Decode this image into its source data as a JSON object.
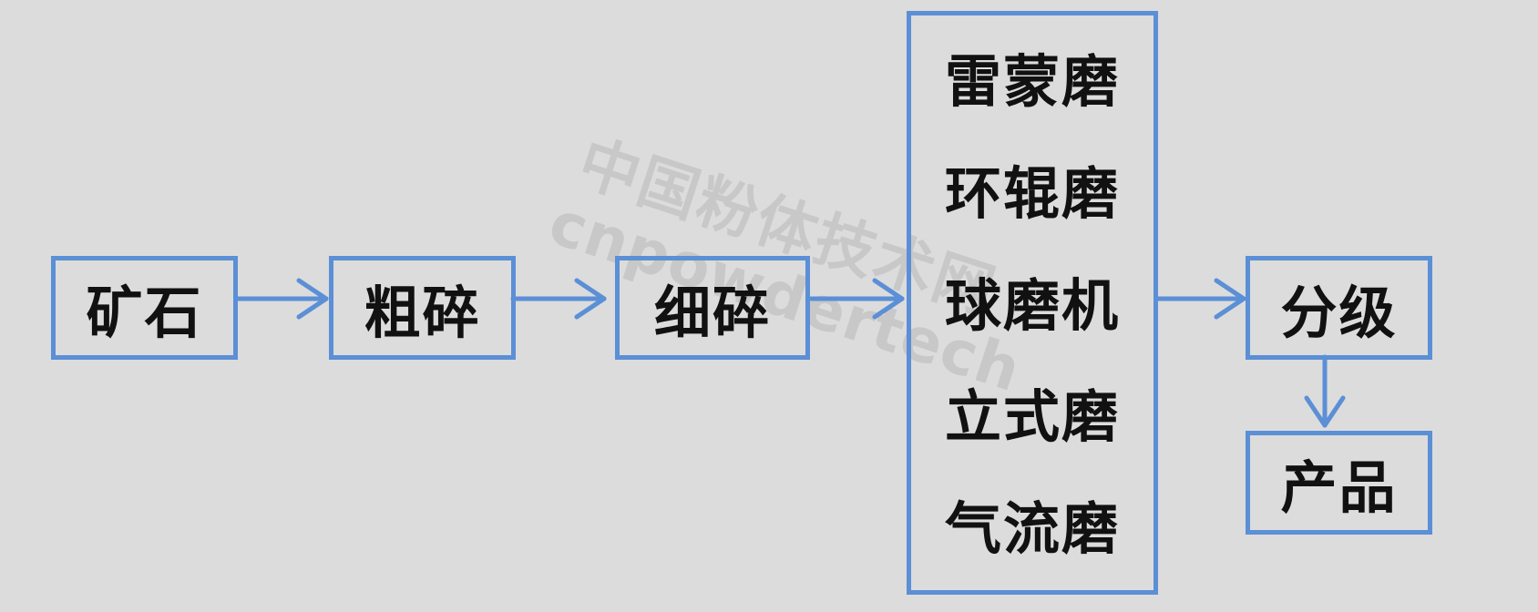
{
  "watermark": {
    "line1": "中国粉体技术网",
    "line2": "cnpowdertech"
  },
  "nodes": {
    "ore": "矿石",
    "coarse_crushing": "粗碎",
    "fine_crushing": "细碎",
    "mills": [
      "雷蒙磨",
      "环辊磨",
      "球磨机",
      "立式磨",
      "气流磨"
    ],
    "classification": "分级",
    "product": "产品"
  },
  "colors": {
    "background": "#dcdcdc",
    "box_border": "#5b8fd6",
    "arrow": "#5b8fd6",
    "text": "#111111",
    "watermark": "#c8c8c8"
  }
}
